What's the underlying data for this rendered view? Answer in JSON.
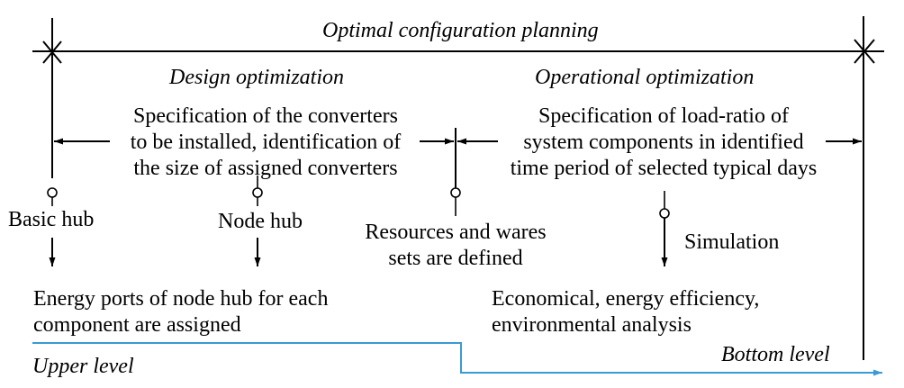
{
  "colors": {
    "line": "#000000",
    "level_line": "#3b9ad6",
    "background": "#ffffff"
  },
  "header": {
    "title": "Optimal configuration planning"
  },
  "design": {
    "heading": "Design optimization",
    "desc": [
      "Specification of the converters",
      "to be installed, identification of",
      "the size of assigned converters"
    ]
  },
  "operational": {
    "heading": "Operational optimization",
    "desc": [
      "Specification of load-ratio of",
      "system components in identified",
      "time period of selected typical days"
    ]
  },
  "nodes": {
    "basic_hub": "Basic hub",
    "node_hub": "Node hub",
    "resources": [
      "Resources and wares",
      "sets are defined"
    ],
    "simulation": "Simulation"
  },
  "outcomes": {
    "energy_ports": [
      "Energy ports of node hub for each",
      "component are assigned"
    ],
    "analysis": [
      "Economical, energy efficiency,",
      "environmental analysis"
    ]
  },
  "levels": {
    "upper": "Upper level",
    "bottom": "Bottom level"
  }
}
